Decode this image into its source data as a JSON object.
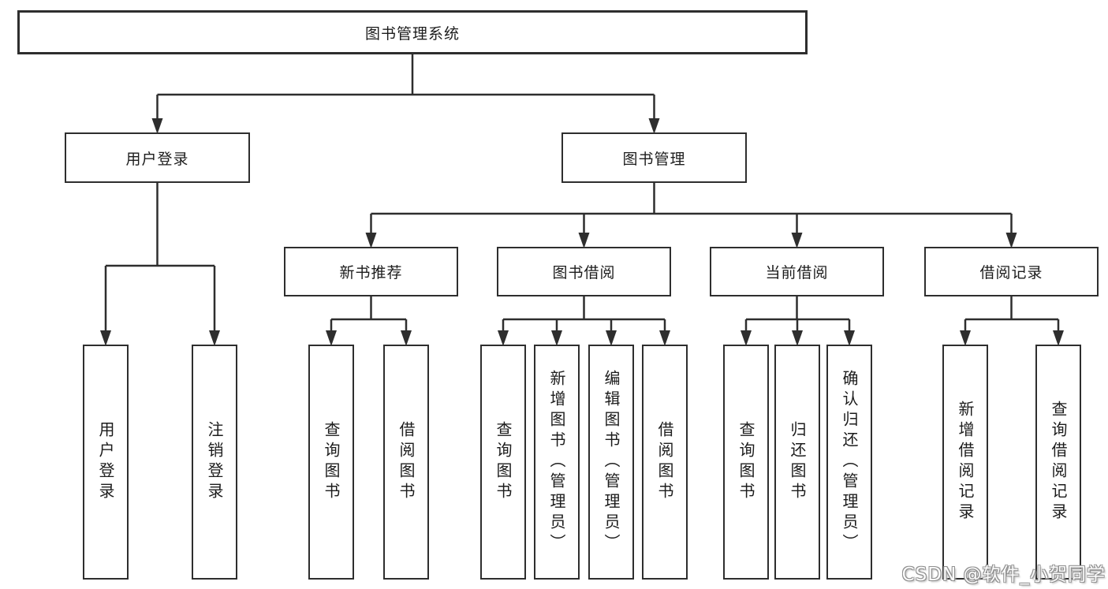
{
  "diagram": {
    "root": "图书管理系统",
    "branches": [
      {
        "label": "用户登录",
        "children": [
          "用户登录",
          "注销登录"
        ]
      },
      {
        "label": "图书管理",
        "groups": [
          {
            "label": "新书推荐",
            "children": [
              "查询图书",
              "借阅图书"
            ]
          },
          {
            "label": "图书借阅",
            "children": [
              "查询图书",
              "新增图书（管理员）",
              "编辑图书（管理员）",
              "借阅图书"
            ]
          },
          {
            "label": "当前借阅",
            "children": [
              "查询图书",
              "归还图书",
              "确认归还（管理员）"
            ]
          },
          {
            "label": "借阅记录",
            "children": [
              "新增借阅记录",
              "查询借阅记录"
            ]
          }
        ]
      }
    ]
  },
  "watermark": "CSDN @软件_小贺同学",
  "colors": {
    "line": "#2e2e2e",
    "box_border": "#2e2e2e",
    "box_fill": "#ffffff",
    "text": "#1c1c1c",
    "background": "#ffffff",
    "watermark_fill": "#fbfbfb",
    "watermark_outline": "#909090"
  }
}
